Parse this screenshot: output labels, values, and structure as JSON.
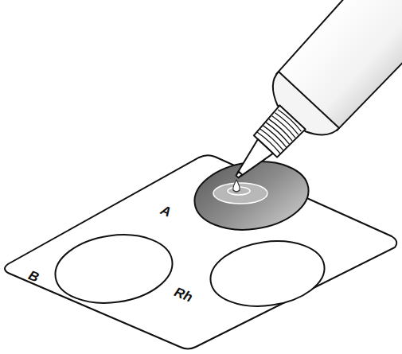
{
  "diagram": {
    "labels": [
      "A",
      "B",
      "Rh"
    ]
  }
}
